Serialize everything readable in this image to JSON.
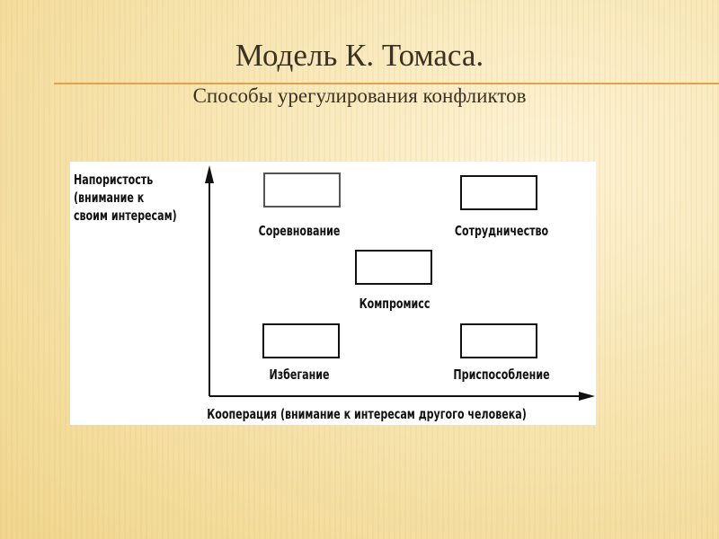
{
  "slide": {
    "title": "Модель К. Томаса.",
    "subtitle": "Способы урегулирования конфликтов"
  },
  "diagram": {
    "y_axis_label": "Напористость\n(внимание к\nсвоим интересам)",
    "x_axis_label": "Кооперация (внимание к интересам другого человека)",
    "styles": {
      "competition": "Соревнование",
      "collaboration": "Сотрудничество",
      "compromise": "Компромисс",
      "avoidance": "Избегание",
      "accommodation": "Приспособление"
    }
  }
}
